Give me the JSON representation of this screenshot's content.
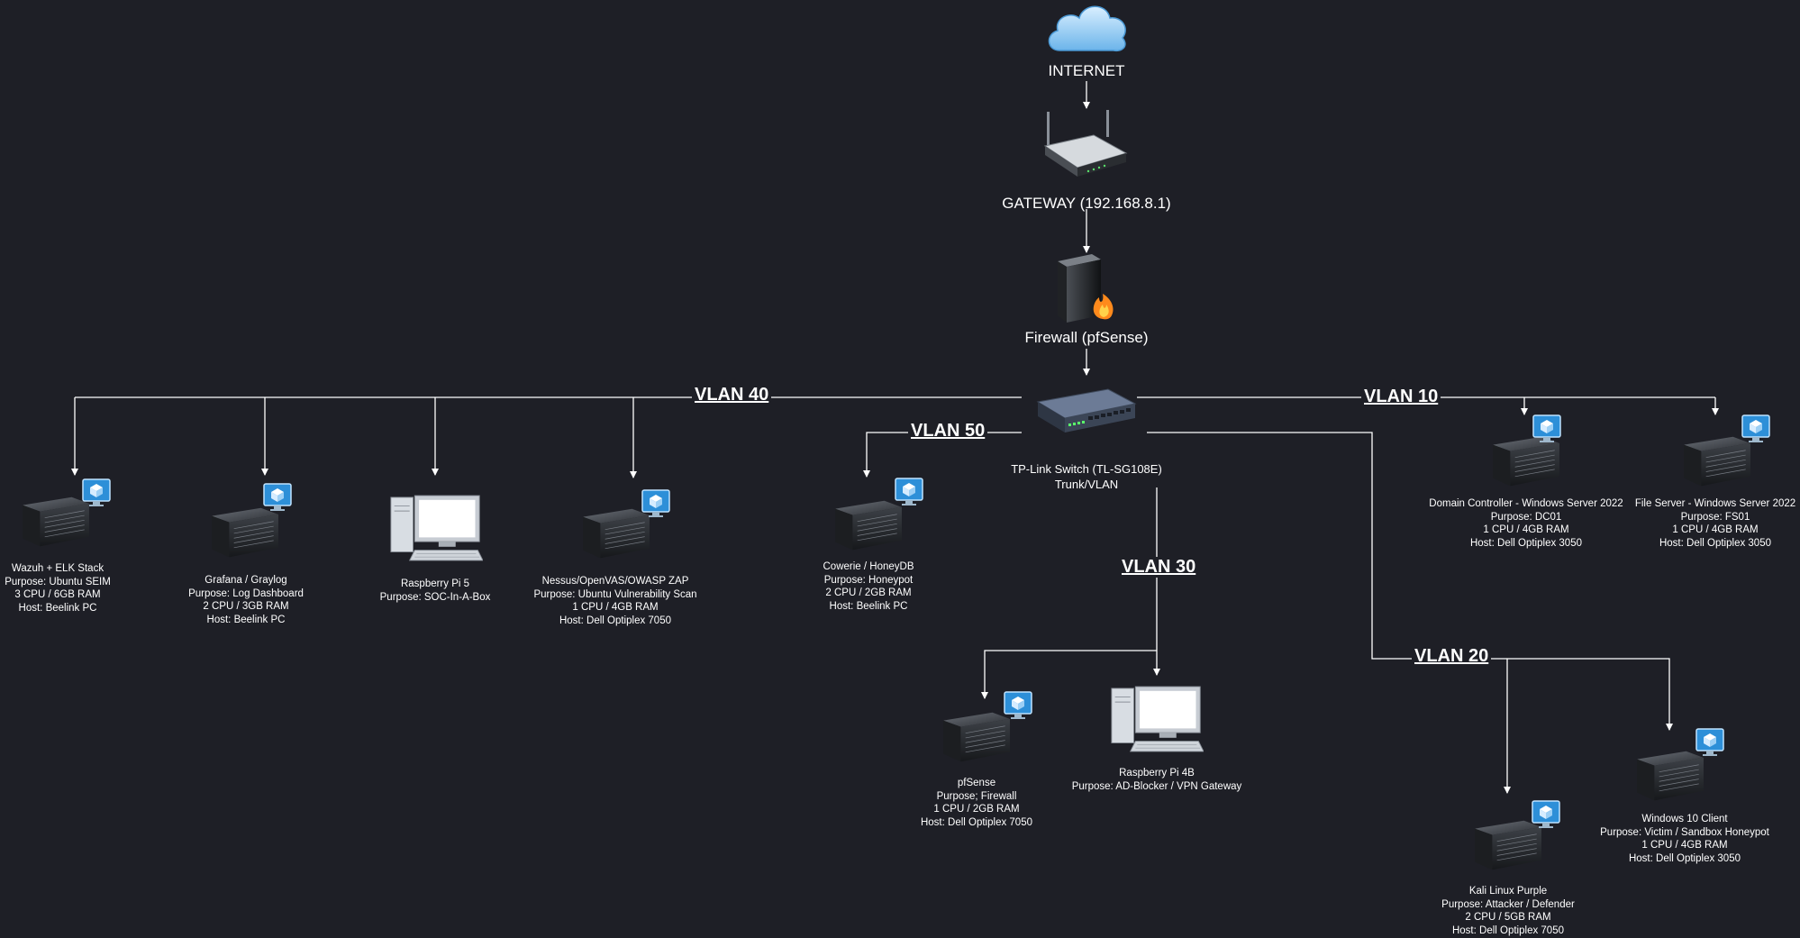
{
  "top": {
    "internet": "INTERNET",
    "gateway": "GATEWAY (192.168.8.1)",
    "firewall": "Firewall (pfSense)",
    "switch_name": "TP-Link Switch (TL-SG108E)",
    "switch_mode": "Trunk/VLAN"
  },
  "vlans": {
    "v40": "VLAN 40",
    "v50": "VLAN 50",
    "v10": "VLAN 10",
    "v30": "VLAN 30",
    "v20": "VLAN 20"
  },
  "nodes": {
    "wazuh": [
      "Wazuh + ELK Stack",
      "Purpose: Ubuntu SEIM",
      "3 CPU / 6GB RAM",
      "Host: Beelink PC"
    ],
    "grafana": [
      "Grafana / Graylog",
      "Purpose: Log Dashboard",
      "2 CPU / 3GB RAM",
      "Host: Beelink PC"
    ],
    "rpi5": [
      "Raspberry Pi 5",
      "Purpose: SOC-In-A-Box"
    ],
    "nessus": [
      "Nessus/OpenVAS/OWASP ZAP",
      "Purpose: Ubuntu Vulnerability Scan",
      "1 CPU / 4GB RAM",
      "Host: Dell Optiplex 7050"
    ],
    "cowrie": [
      "Cowerie / HoneyDB",
      "Purpose: Honeypot",
      "2 CPU / 2GB RAM",
      "Host: Beelink PC"
    ],
    "dc": [
      "Domain Controller - Windows Server 2022",
      "Purpose: DC01",
      "1 CPU / 4GB RAM",
      "Host: Dell Optiplex 3050"
    ],
    "fs": [
      "File Server - Windows Server 2022",
      "Purpose: FS01",
      "1 CPU / 4GB RAM",
      "Host: Dell Optiplex 3050"
    ],
    "pfsense": [
      "pfSense",
      "Purpose; Firewall",
      "1 CPU / 2GB RAM",
      "Host: Dell Optiplex 7050"
    ],
    "rpi4": [
      "Raspberry Pi 4B",
      "Purpose: AD-Blocker / VPN Gateway"
    ],
    "win10": [
      "Windows 10 Client",
      "Purpose: Victim / Sandbox Honeypot",
      "1 CPU / 4GB RAM",
      "Host: Dell Optiplex 3050"
    ],
    "kali": [
      "Kali Linux Purple",
      "Purpose: Attacker / Defender",
      "2 CPU / 5GB RAM",
      "Host: Dell Optiplex 7050"
    ]
  },
  "icons": {
    "cloud": "cloud-icon",
    "router": "router-icon",
    "firewall": "firewall-icon",
    "switch": "switch-icon",
    "server": "server-icon",
    "vm_badge": "vm-badge-icon",
    "workstation": "workstation-icon"
  },
  "colors": {
    "background": "#1e1f26",
    "wire": "#ffffff",
    "cloud": "#8ec9f2",
    "vm_badge": "#2d8fd8",
    "flame": "#ff8a1c"
  }
}
